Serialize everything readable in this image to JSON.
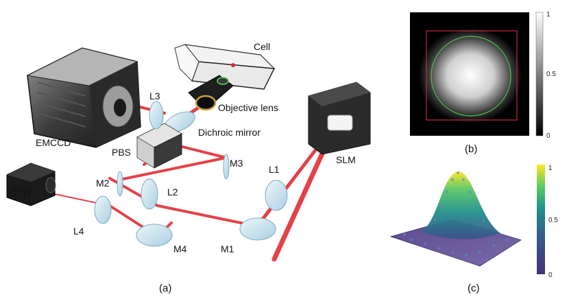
{
  "panel_a": {
    "caption": "(a)",
    "labels": {
      "cell": "Cell",
      "objective": "Objective lens",
      "dichroic": "Dichroic mirror",
      "emccd": "EMCCD",
      "pbs": "PBS",
      "slm": "SLM",
      "ccd": "CCD",
      "l1": "L1",
      "l2": "L2",
      "l3": "L3",
      "l4": "L4",
      "m1": "M1",
      "m2": "M2",
      "m3": "M3",
      "m4": "M4"
    },
    "colors": {
      "beam": "#e0202a",
      "glass": "#cfe6f2",
      "housing": "#2a2a2a"
    }
  },
  "panel_b": {
    "caption": "(b)",
    "colorbar_ticks": [
      "1",
      "0.5",
      "0"
    ],
    "colors": {
      "roi_box": "#c8283c",
      "circle": "#4fc24f"
    }
  },
  "panel_c": {
    "caption": "(c)",
    "colorbar_ticks": [
      "1",
      "0.5",
      "0"
    ],
    "colors": {
      "low": "#46327e",
      "mid": "#21918c",
      "high": "#fde725",
      "points": "#5a86c8"
    }
  }
}
